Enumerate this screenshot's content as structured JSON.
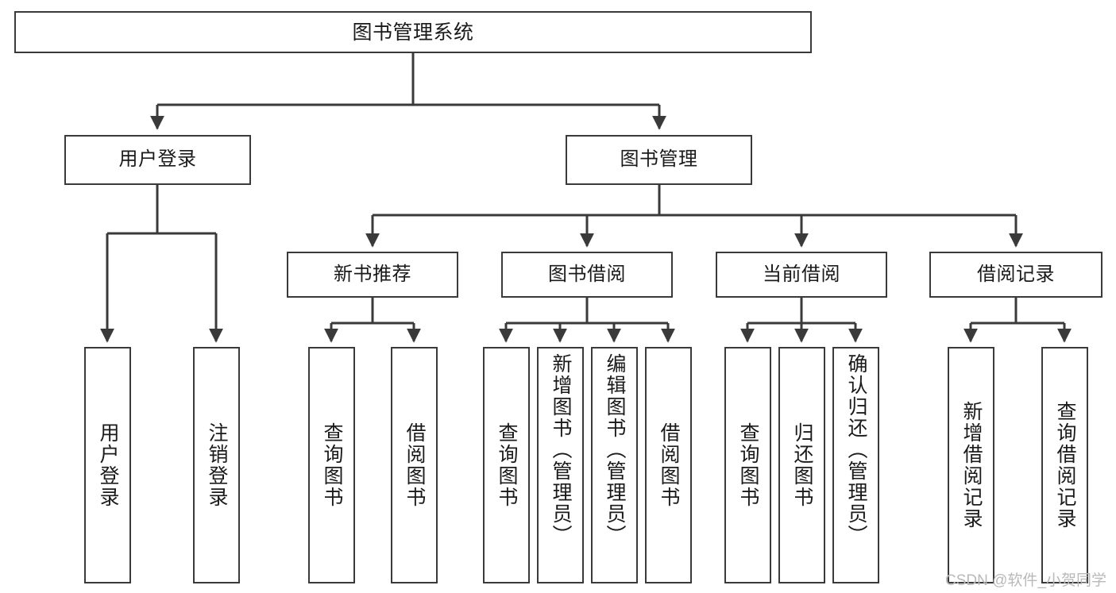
{
  "diagram": {
    "title": "图书管理系统",
    "type": "hierarchy-tree",
    "stroke_color": "#3a3a3a",
    "background_color": "#ffffff",
    "text_color": "#1a1a1a"
  },
  "root": {
    "label": "图书管理系统"
  },
  "level2": [
    {
      "label": "用户登录"
    },
    {
      "label": "图书管理"
    }
  ],
  "level3": [
    {
      "label": "新书推荐"
    },
    {
      "label": "图书借阅"
    },
    {
      "label": "当前借阅"
    },
    {
      "label": "借阅记录"
    }
  ],
  "leaves": {
    "user_login": [
      {
        "label": "用户登录"
      },
      {
        "label": "注销登录"
      }
    ],
    "new_book_recommend": [
      {
        "label": "查询图书"
      },
      {
        "label": "借阅图书"
      }
    ],
    "book_borrow": [
      {
        "label": "查询图书"
      },
      {
        "label": "新增图书（管理员）"
      },
      {
        "label": "编辑图书（管理员）"
      },
      {
        "label": "借阅图书"
      }
    ],
    "current_borrow": [
      {
        "label": "查询图书"
      },
      {
        "label": "归还图书"
      },
      {
        "label": "确认归还（管理员）"
      }
    ],
    "borrow_record": [
      {
        "label": "新增借阅记录"
      },
      {
        "label": "查询借阅记录"
      }
    ]
  },
  "watermark": {
    "text": "CSDN @软件_小贺同学"
  }
}
